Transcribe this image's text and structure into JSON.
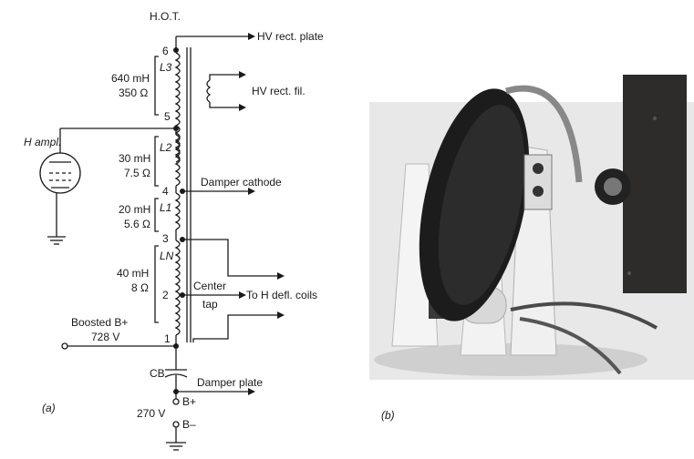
{
  "transformer_name": "H.O.T.",
  "taps": [
    "6",
    "5",
    "4",
    "3",
    "2",
    "1"
  ],
  "windings": [
    {
      "name": "L3",
      "inductance": "640 mH",
      "resistance": "350 Ω"
    },
    {
      "name": "L2",
      "inductance": "30 mH",
      "resistance": "7.5 Ω"
    },
    {
      "name": "L1",
      "inductance": "20 mH",
      "resistance": "5.6 Ω"
    },
    {
      "name": "LN",
      "inductance": "40 mH",
      "resistance": "8 Ω"
    }
  ],
  "connections": {
    "hv_plate": "HV rect. plate",
    "hv_filament": "HV rect. fil.",
    "damper_cathode": "Damper cathode",
    "center_tap_line1": "Center",
    "center_tap_line2": "tap",
    "defl_coils": "To H defl. coils",
    "h_ampl": "H ampl.",
    "boosted_b_line1": "Boosted B+",
    "boosted_b_line2": "728 V",
    "cb_label": "CB",
    "damper_plate": "Damper plate",
    "b_plus": "B+",
    "b_plus_voltage": "270 V",
    "b_minus": "B–"
  },
  "panel_labels": {
    "a": "(a)",
    "b": "(b)"
  },
  "colors": {
    "ink": "#1a1a1a",
    "photo_bg": "#e6e6e6",
    "coil_dark": "#1c1c1c",
    "panel": "#2e2c2a"
  }
}
